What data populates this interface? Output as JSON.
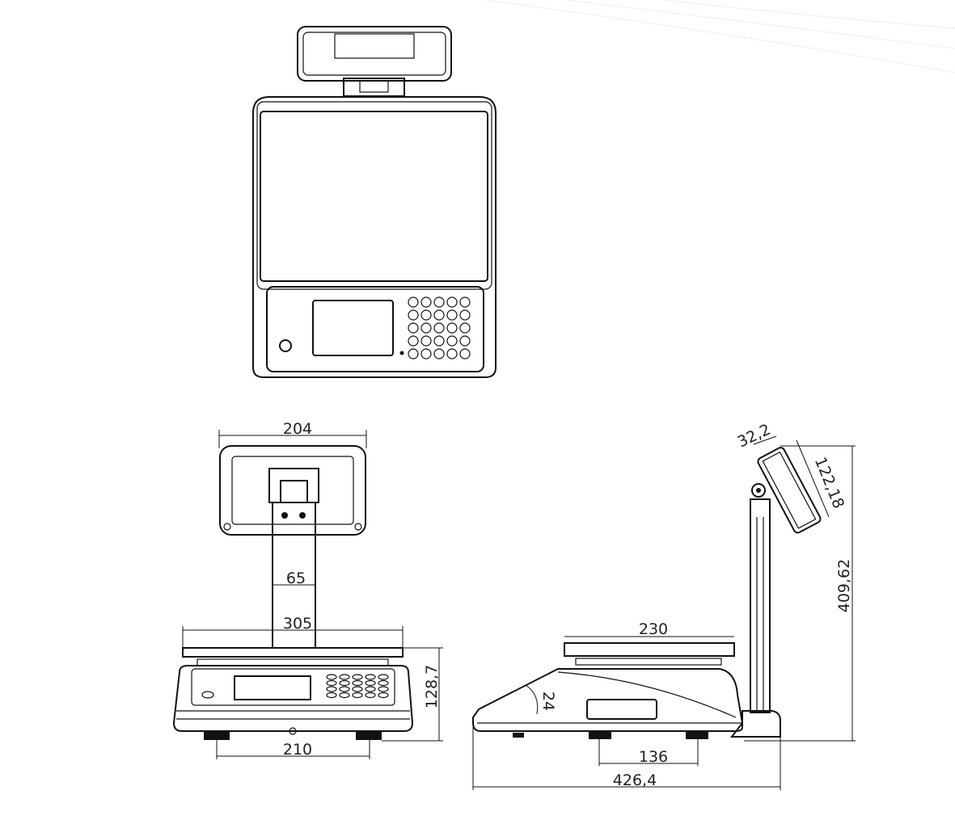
{
  "drawing": {
    "line_color": "#111111",
    "views": {
      "top": {
        "keypad_rows": 5,
        "keypad_cols": 5
      },
      "front": {
        "dimensions": {
          "display_width": "204",
          "pole_width": "65",
          "platter_width": "305",
          "height": "128,7",
          "foot_spacing": "210"
        }
      },
      "side": {
        "dimensions": {
          "display_depth": "32,2",
          "display_height": "122,18",
          "total_height": "409,62",
          "platter_depth": "230",
          "slope_angle": "24",
          "foot_spacing": "136",
          "total_depth": "426,4"
        }
      }
    }
  }
}
